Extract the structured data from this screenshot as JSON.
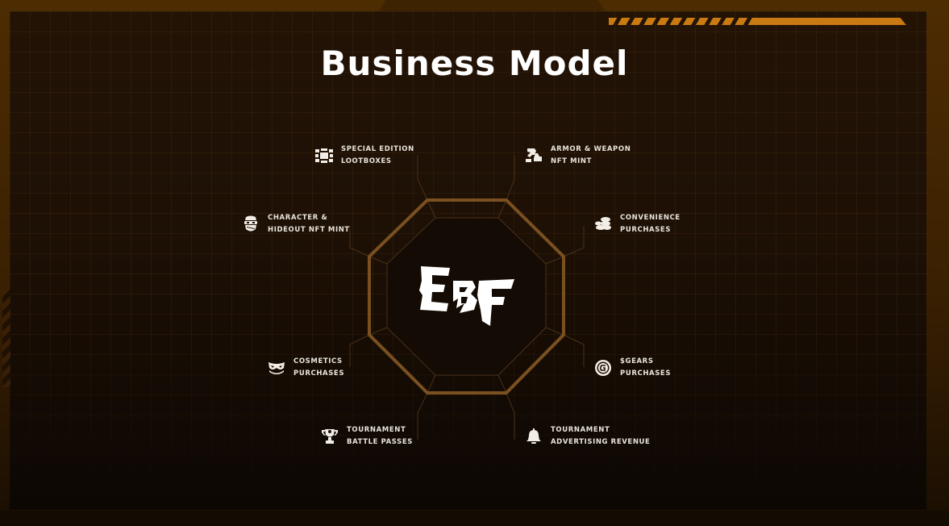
{
  "title": "Business Model",
  "logo": {
    "text": "EBF",
    "icon": "ebf-logo"
  },
  "colors": {
    "frame": "#4a2a00",
    "background": "#1d1005",
    "accent": "#c97a12",
    "octagon_stroke": "#7a5020",
    "connector_stroke": "#4a3018",
    "text": "#e9e4dc"
  },
  "revenue_streams": [
    {
      "id": "lootboxes",
      "line1": "SPECIAL EDITION",
      "line2": "LOOTBOXES",
      "icon": "lootbox-icon",
      "side": "left"
    },
    {
      "id": "armor",
      "line1": "ARMOR & WEAPON",
      "line2": "NFT MINT",
      "icon": "armor-boot-icon",
      "side": "right"
    },
    {
      "id": "character",
      "line1": "CHARACTER &",
      "line2": "HIDEOUT NFT MINT",
      "icon": "masked-character-icon",
      "side": "left"
    },
    {
      "id": "convenience",
      "line1": "CONVENIENCE",
      "line2": "PURCHASES",
      "icon": "coins-stack-icon",
      "side": "right"
    },
    {
      "id": "cosmetics",
      "line1": "COSMETICS",
      "line2": "PURCHASES",
      "icon": "mask-icon",
      "side": "left"
    },
    {
      "id": "gears",
      "line1": "$GEARS",
      "line2": "PURCHASES",
      "icon": "gear-coin-icon",
      "side": "right"
    },
    {
      "id": "battle-passes",
      "line1": "TOURNAMENT",
      "line2": "BATTLE PASSES",
      "icon": "trophy-icon",
      "side": "left"
    },
    {
      "id": "advertising",
      "line1": "TOURNAMENT",
      "line2": "ADVERTISING REVENUE",
      "icon": "bell-icon",
      "side": "right"
    }
  ]
}
